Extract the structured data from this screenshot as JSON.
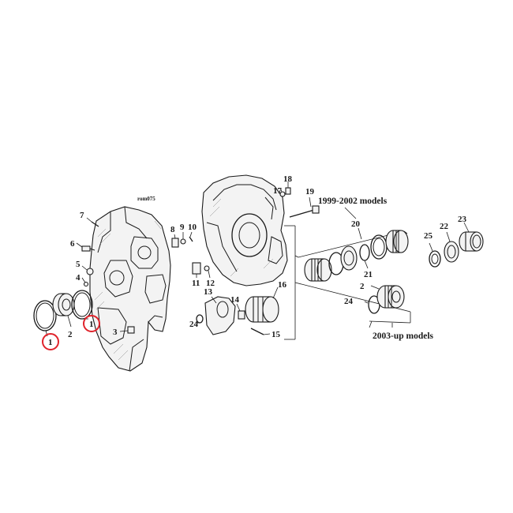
{
  "diagram": {
    "reference_code": "rom075",
    "group_headings": {
      "early": "1999-2002 models",
      "late": "2003-up models"
    },
    "highlight_color": "#e0232b",
    "callouts": {
      "c1a": "1",
      "c1b": "1",
      "c2a": "2",
      "c2b": "2",
      "c3": "3",
      "c4": "4",
      "c5": "5",
      "c6": "6",
      "c7": "7",
      "c8": "8",
      "c9": "9",
      "c10": "10",
      "c11": "11",
      "c12": "12",
      "c13": "13",
      "c14": "14",
      "c15": "15",
      "c16": "16",
      "c17": "17",
      "c18": "18",
      "c19": "19",
      "c20": "20",
      "c21": "21",
      "c22": "22",
      "c23": "23",
      "c24a": "24",
      "c24b": "24",
      "c25": "25"
    }
  }
}
